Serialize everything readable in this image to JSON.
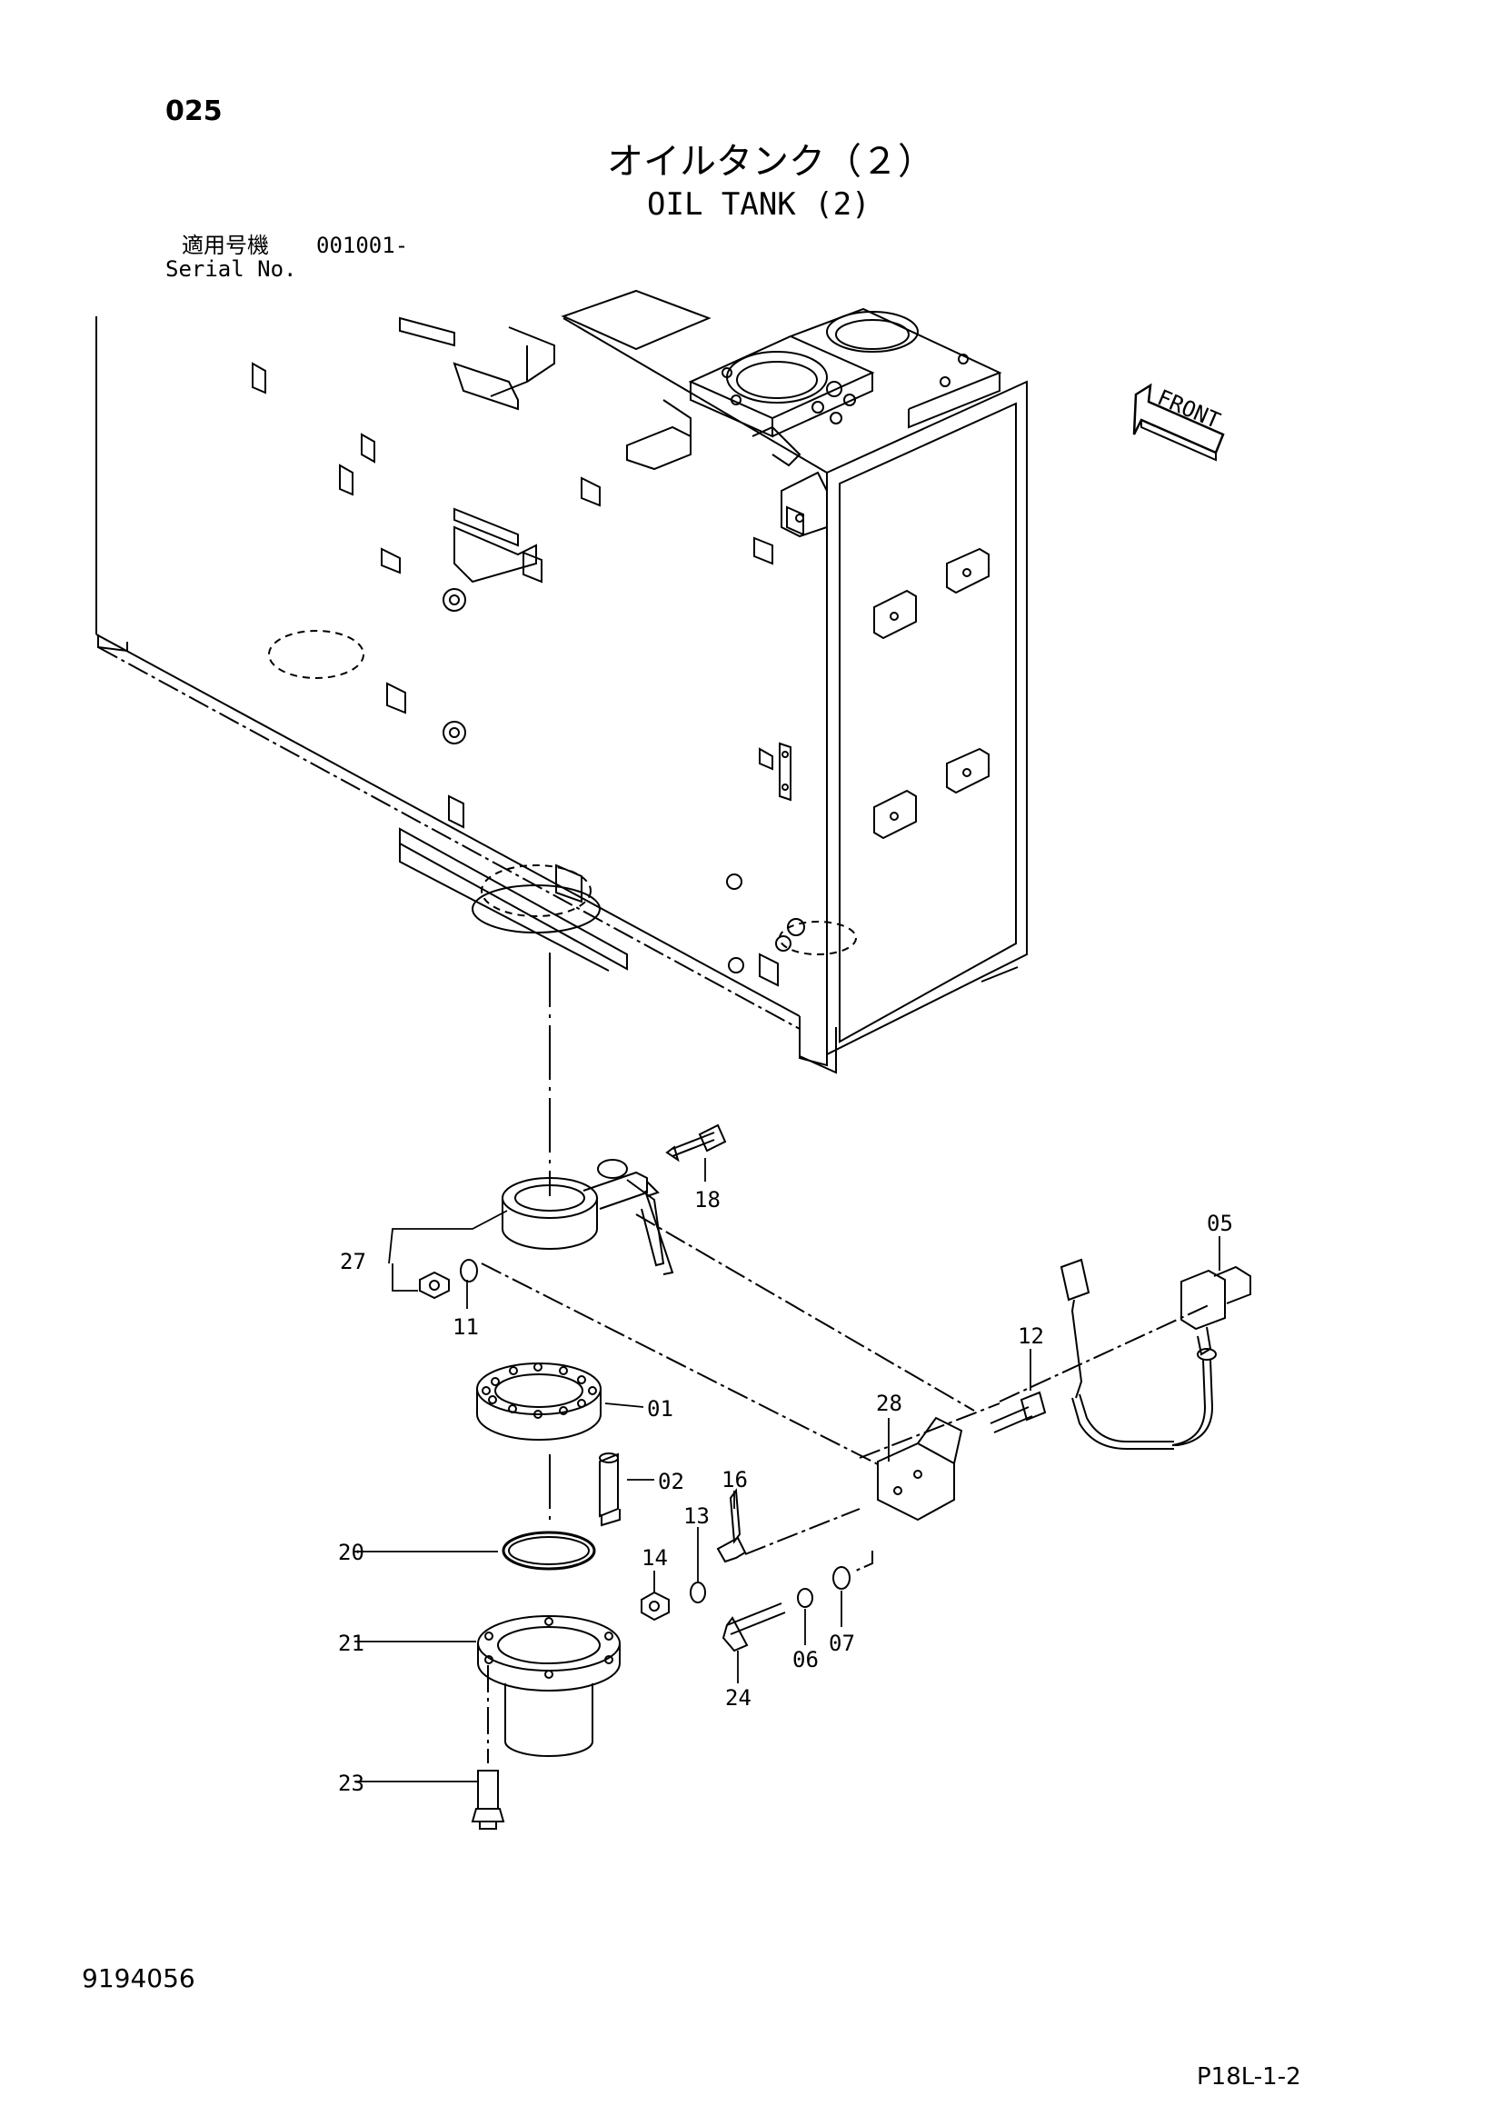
{
  "header": {
    "page_number": "025",
    "title_jp": "オイルタンク（２）",
    "title_en": "OIL TANK (2)",
    "serial_label_jp": "適用号機",
    "serial_value": "001001-",
    "serial_label_en": "Serial No."
  },
  "front_indicator": "FRONT",
  "callouts": [
    {
      "id": "01",
      "label": "01"
    },
    {
      "id": "02",
      "label": "02"
    },
    {
      "id": "05",
      "label": "05"
    },
    {
      "id": "06",
      "label": "06"
    },
    {
      "id": "07",
      "label": "07"
    },
    {
      "id": "11",
      "label": "11"
    },
    {
      "id": "12",
      "label": "12"
    },
    {
      "id": "13",
      "label": "13"
    },
    {
      "id": "14",
      "label": "14"
    },
    {
      "id": "16",
      "label": "16"
    },
    {
      "id": "18",
      "label": "18"
    },
    {
      "id": "20",
      "label": "20"
    },
    {
      "id": "21",
      "label": "21"
    },
    {
      "id": "23",
      "label": "23"
    },
    {
      "id": "24",
      "label": "24"
    },
    {
      "id": "27",
      "label": "27"
    },
    {
      "id": "28",
      "label": "28"
    }
  ],
  "footer": {
    "doc_number": "9194056",
    "page_code": "P18L-1-2"
  }
}
